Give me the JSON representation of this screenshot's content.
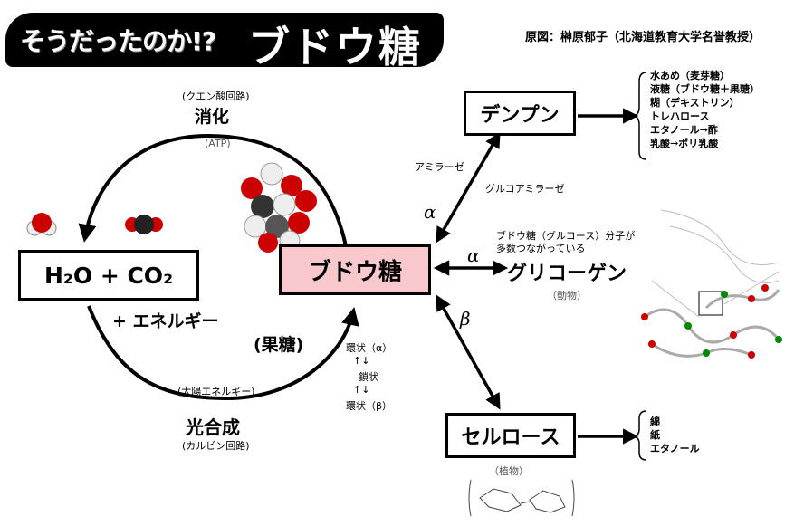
{
  "title": {
    "prefix": "そうだったのか!?",
    "main": "ブドウ糖"
  },
  "credit": "原図：榊原郁子（北海道教育大学名誉教授）",
  "cycle": {
    "top_small": "(クエン酸回路)",
    "top_label": "消化",
    "top_sub": "(ATP)",
    "left_formula": "H₂O + CO₂",
    "left_sub": "+ エネルギー",
    "fructose": "(果糖)",
    "bottom_small": "(太陽エネルギー)",
    "bottom_label": "光合成",
    "bottom_sub": "(カルビン回路)"
  },
  "center": {
    "label": "ブドウ糖",
    "iso1": "環状（α）",
    "iso_arrows": "↑↓",
    "iso2": "鎖状",
    "iso3": "環状（β）"
  },
  "starch": {
    "label": "デンプン",
    "enzyme1": "アミラーゼ",
    "enzyme2": "グルコアミラーゼ",
    "alpha": "α",
    "products": [
      "水あめ（麦芽糖）",
      "液糖（ブドウ糖＋果糖）",
      "糊（デキストリン）",
      "トレハロース",
      "エタノール→酢",
      "乳酸→ポリ乳酸"
    ]
  },
  "glycogen": {
    "label": "グリコーゲン",
    "note1": "ブドウ糖（グルコース）分子が",
    "note2": "多数つながっている",
    "sub": "（動物）",
    "alpha": "α"
  },
  "cellulose": {
    "label": "セルロース",
    "sub": "（植物）",
    "beta": "β",
    "products": [
      "綿",
      "紙",
      "エタノール"
    ]
  },
  "colors": {
    "center_fill": "#f8c8cc",
    "title_bg": "#000000"
  }
}
